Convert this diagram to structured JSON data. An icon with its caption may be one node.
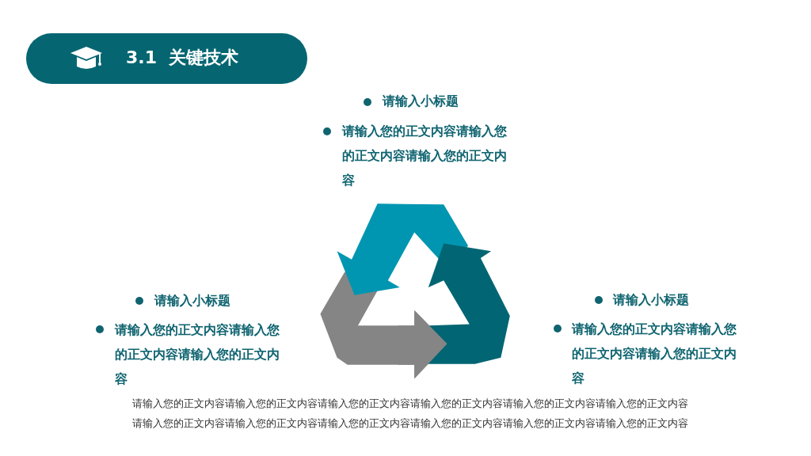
{
  "diagram": {
    "nodes": [
      {
        "text": [
          "3.1  关键技术"
        ]
      }
    ],
    "labels": [
      "请输入小标题",
      "请输入您的正文内容请输入您的正文内容请输入您的正文内容",
      "请输入小标题",
      "请输入您的正文内容请输入您的正文内容请输入您的正文内容",
      "请输入小标题",
      "请输入您的正文内容请输入您的正文内容请输入您的正文内容",
      "请输入您的正文内容请输入您的正文内容请输入您的正文内容请输入您的正文内容请输入您的正文内容请输入您的正文内容",
      "请输入您的正文内容请输入您的正文内容请输入您的正文内容请输入您的正文内容请输入您的正文内容请输入您的正文内容"
    ]
  }
}
